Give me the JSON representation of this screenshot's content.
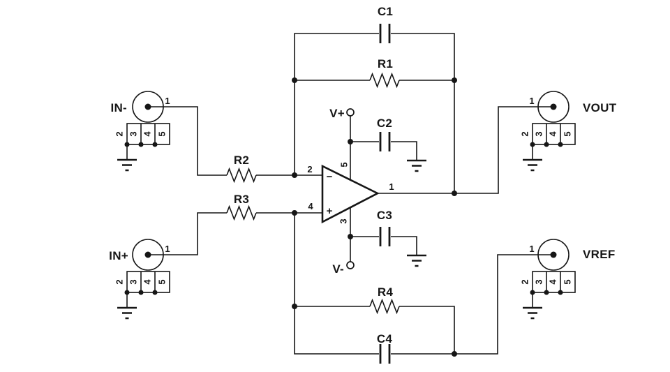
{
  "schematic": {
    "components": {
      "c1": "C1",
      "r1": "R1",
      "c2": "C2",
      "c3": "C3",
      "r2": "R2",
      "r3": "R3",
      "r4": "R4",
      "c4": "C4"
    },
    "power": {
      "v_plus": "V+",
      "v_minus": "V-"
    },
    "opamp": {
      "pin_inverting": "2",
      "pin_noninverting": "4",
      "pin_output": "1",
      "pin_supply_top": "5",
      "pin_supply_bottom": "3",
      "sign_inverting": "−",
      "sign_noninverting": "+"
    },
    "connectors": [
      {
        "label": "IN-",
        "pin1": "1",
        "pin2": "2",
        "pin3": "3",
        "pin4": "4",
        "pin5": "5"
      },
      {
        "label": "IN+",
        "pin1": "1",
        "pin2": "2",
        "pin3": "3",
        "pin4": "4",
        "pin5": "5"
      },
      {
        "label": "VOUT",
        "pin1": "1",
        "pin2": "2",
        "pin3": "3",
        "pin4": "4",
        "pin5": "5"
      },
      {
        "label": "VREF",
        "pin1": "1",
        "pin2": "2",
        "pin3": "3",
        "pin4": "4",
        "pin5": "5"
      }
    ]
  }
}
